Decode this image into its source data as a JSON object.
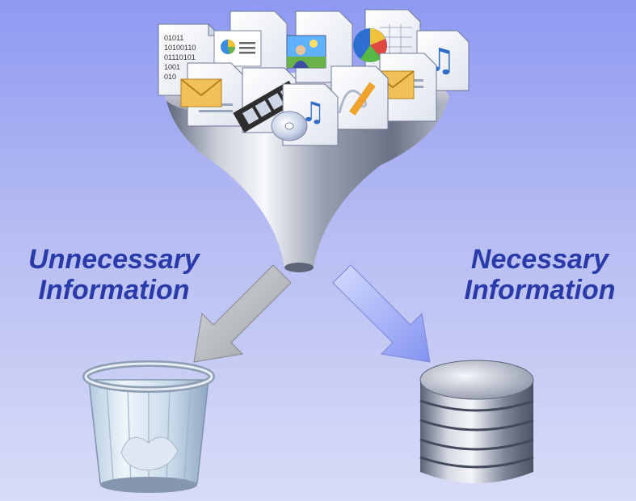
{
  "labels": {
    "unnecessary": {
      "line1": "Unnecessary",
      "line2": "Information"
    },
    "necessary": {
      "line1": "Necessary",
      "line2": "Information"
    }
  },
  "binary_snippet": [
    "01011",
    "10100110",
    "01110101",
    "1001",
    "010"
  ],
  "colors": {
    "background_top": "#8e99f2",
    "background_bottom": "#d9dcf7",
    "label_text": "#2a3aa8",
    "funnel_steel": "#8f96a8",
    "arrow_gray": "#b9bcc0",
    "arrow_blue": "#a9b6ff"
  },
  "icons": [
    "binary-document-icon",
    "presentation-document-icon",
    "image-document-icon",
    "chart-document-icon",
    "music-document-icon",
    "mail-document-icon",
    "video-document-icon",
    "cd-document-icon",
    "drawing-document-icon",
    "funnel-icon",
    "trash-bin-icon",
    "database-icon"
  ]
}
